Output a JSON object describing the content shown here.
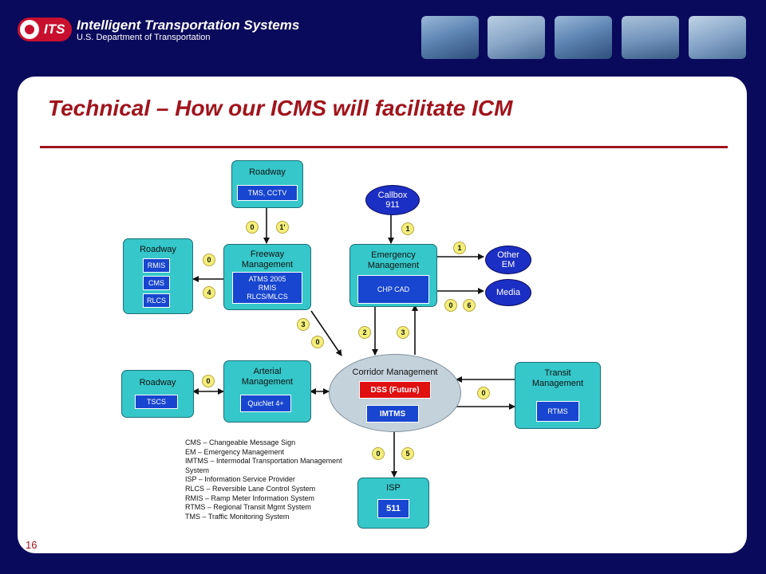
{
  "header": {
    "logo_text": "ITS",
    "title": "Intelligent Transportation Systems",
    "subtitle": "U.S. Department of Transportation",
    "photos": [
      "highway-photo",
      "truck-photo",
      "road-photo",
      "bridge-photo",
      "semi-truck-photo"
    ]
  },
  "slide": {
    "title": "Technical – How our ICMS will facilitate ICM",
    "page_number": "16"
  },
  "nodes": {
    "roadway_top": {
      "title": "Roadway",
      "items": [
        "TMS, CCTV"
      ]
    },
    "roadway_left": {
      "title": "Roadway",
      "items": [
        "RMIS",
        "CMS",
        "RLCS"
      ]
    },
    "freeway": {
      "title": "Freeway\nManagement",
      "items": [
        "ATMS 2005\nRMIS\nRLCS/MLCS"
      ]
    },
    "callbox": {
      "title": "Callbox\n911"
    },
    "emergency": {
      "title": "Emergency\nManagement",
      "items": [
        "CHP CAD"
      ]
    },
    "other_em": {
      "title": "Other\nEM"
    },
    "media": {
      "title": "Media"
    },
    "roadway_arterial": {
      "title": "Roadway",
      "items": [
        "TSCS"
      ]
    },
    "arterial": {
      "title": "Arterial\nManagement",
      "items": [
        "QuicNet 4+"
      ]
    },
    "corridor": {
      "title": "Corridor Management",
      "items": [
        "DSS (Future)",
        "IMTMS"
      ]
    },
    "transit": {
      "title": "Transit\nManagement",
      "items": [
        "RTMS"
      ]
    },
    "isp": {
      "title": "ISP",
      "items": [
        "511"
      ]
    }
  },
  "labels": {
    "l1": "0",
    "l2": "1'",
    "l3": "0",
    "l4": "4",
    "l5": "1",
    "l6": "1",
    "l7": "0",
    "l8": "6",
    "l9": "3",
    "l10": "0",
    "l11": "2",
    "l12": "3",
    "l13": "0",
    "l14": "0",
    "l15": "0",
    "l16": "5"
  },
  "legend": [
    "CMS – Changeable Message Sign",
    "EM – Emergency Management",
    "IMTMS – Intermodal Transportation Management",
    "System",
    "ISP – Information Service Provider",
    "RLCS – Reversible Lane Control System",
    "RMIS – Ramp Meter Information System",
    "RTMS – Regional Transit Mgmt System",
    "TMS – Traffic Monitoring System"
  ],
  "colors": {
    "background": "#0a0a5c",
    "title": "#a0141c",
    "node_fill": "#35c7c9",
    "item_fill": "#1846d0",
    "dss_fill": "#e01010",
    "label_fill": "#f3ef7a"
  }
}
